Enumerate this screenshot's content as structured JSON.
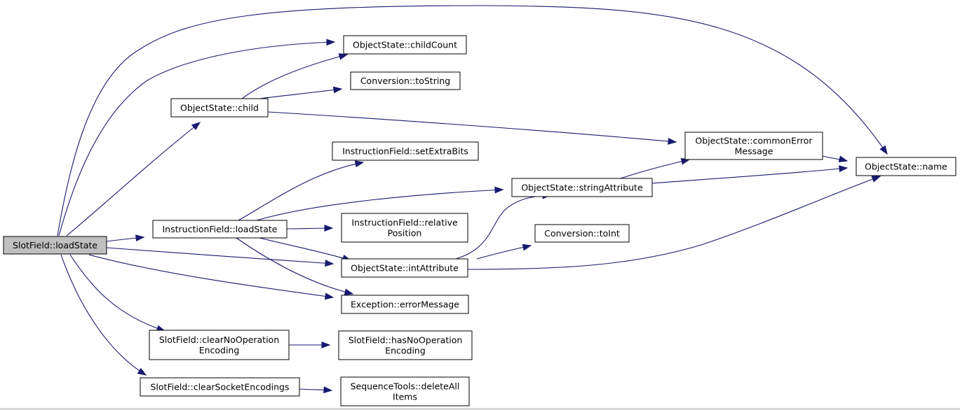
{
  "graph": {
    "root": "slotfield-loadstate",
    "nodes": [
      {
        "id": "slotfield-loadstate",
        "lines": [
          "SlotField::loadState"
        ]
      },
      {
        "id": "objectstate-childcount",
        "lines": [
          "ObjectState::childCount"
        ]
      },
      {
        "id": "conversion-tostring",
        "lines": [
          "Conversion::toString"
        ]
      },
      {
        "id": "objectstate-child",
        "lines": [
          "ObjectState::child"
        ]
      },
      {
        "id": "objectstate-commonerrormessage",
        "lines": [
          "ObjectState::commonError",
          "Message"
        ]
      },
      {
        "id": "objectstate-name",
        "lines": [
          "ObjectState::name"
        ]
      },
      {
        "id": "instructionfield-setextrabits",
        "lines": [
          "InstructionField::setExtraBits"
        ]
      },
      {
        "id": "objectstate-stringattribute",
        "lines": [
          "ObjectState::stringAttribute"
        ]
      },
      {
        "id": "instructionfield-loadstate",
        "lines": [
          "InstructionField::loadState"
        ]
      },
      {
        "id": "instructionfield-relativeposition",
        "lines": [
          "InstructionField::relative",
          "Position"
        ]
      },
      {
        "id": "conversion-toint",
        "lines": [
          "Conversion::toInt"
        ]
      },
      {
        "id": "objectstate-intattribute",
        "lines": [
          "ObjectState::intAttribute"
        ]
      },
      {
        "id": "exception-errormessage",
        "lines": [
          "Exception::errorMessage"
        ]
      },
      {
        "id": "slotfield-clearnooperationencoding",
        "lines": [
          "SlotField::clearNoOperation",
          "Encoding"
        ]
      },
      {
        "id": "slotfield-hasnooperationencoding",
        "lines": [
          "SlotField::hasNoOperation",
          "Encoding"
        ]
      },
      {
        "id": "slotfield-clearsocketencodings",
        "lines": [
          "SlotField::clearSocketEncodings"
        ]
      },
      {
        "id": "sequencetools-deleteallitems",
        "lines": [
          "SequenceTools::deleteAll",
          "Items"
        ]
      }
    ],
    "edges": [
      {
        "from": "slotfield-loadstate",
        "to": "objectstate-childcount"
      },
      {
        "from": "slotfield-loadstate",
        "to": "objectstate-name"
      },
      {
        "from": "slotfield-loadstate",
        "to": "objectstate-child"
      },
      {
        "from": "slotfield-loadstate",
        "to": "instructionfield-loadstate"
      },
      {
        "from": "slotfield-loadstate",
        "to": "objectstate-intattribute"
      },
      {
        "from": "slotfield-loadstate",
        "to": "exception-errormessage"
      },
      {
        "from": "slotfield-loadstate",
        "to": "slotfield-clearnooperationencoding"
      },
      {
        "from": "slotfield-loadstate",
        "to": "slotfield-clearsocketencodings"
      },
      {
        "from": "objectstate-child",
        "to": "objectstate-childcount"
      },
      {
        "from": "objectstate-child",
        "to": "conversion-tostring"
      },
      {
        "from": "objectstate-child",
        "to": "objectstate-commonerrormessage"
      },
      {
        "from": "objectstate-commonerrormessage",
        "to": "objectstate-name"
      },
      {
        "from": "instructionfield-loadstate",
        "to": "instructionfield-setextrabits"
      },
      {
        "from": "instructionfield-loadstate",
        "to": "objectstate-stringattribute"
      },
      {
        "from": "instructionfield-loadstate",
        "to": "instructionfield-relativeposition"
      },
      {
        "from": "instructionfield-loadstate",
        "to": "objectstate-intattribute"
      },
      {
        "from": "instructionfield-loadstate",
        "to": "exception-errormessage"
      },
      {
        "from": "objectstate-stringattribute",
        "to": "objectstate-commonerrormessage"
      },
      {
        "from": "objectstate-stringattribute",
        "to": "objectstate-name"
      },
      {
        "from": "objectstate-intattribute",
        "to": "objectstate-stringattribute"
      },
      {
        "from": "objectstate-intattribute",
        "to": "conversion-toint"
      },
      {
        "from": "objectstate-intattribute",
        "to": "objectstate-name"
      },
      {
        "from": "slotfield-clearnooperationencoding",
        "to": "slotfield-hasnooperationencoding"
      },
      {
        "from": "slotfield-clearsocketencodings",
        "to": "sequencetools-deleteallitems"
      }
    ]
  },
  "colors": {
    "edge": "#191970",
    "root_fill": "#bfbfbf",
    "node_fill": "#ffffff",
    "node_border": "#000000"
  }
}
